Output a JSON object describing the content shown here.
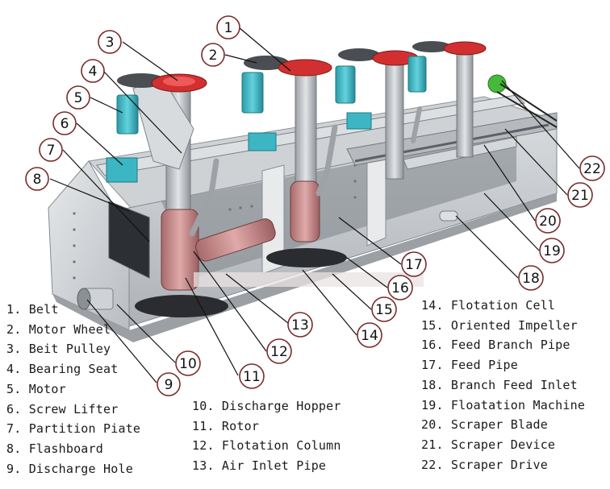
{
  "callouts": [
    "1",
    "2",
    "3",
    "4",
    "5",
    "6",
    "7",
    "8",
    "9",
    "10",
    "11",
    "12",
    "13",
    "14",
    "15",
    "16",
    "17",
    "18",
    "19",
    "20",
    "21",
    "22"
  ],
  "legend": {
    "col_a": [
      "1. Belt",
      "2. Motor Wheel",
      "3. Beit Pulley",
      "4. Bearing Seat",
      "5. Motor",
      "6. Screw Lifter",
      "7. Partition Piate",
      "8. Flashboard",
      "9. Discharge Hole"
    ],
    "col_b": [
      "10. Discharge Hopper",
      "11. Rotor",
      "12. Flotation Column",
      "13. Air Inlet Pipe"
    ],
    "col_c": [
      "14. Flotation Cell",
      "15. Oriented Impeller",
      "16. Feed Branch Pipe",
      "17. Feed Pipe",
      "18. Branch Feed Inlet",
      "19. Floatation Machine",
      "20. Scraper Blade",
      "21. Scraper Device",
      "22. Scraper Drive"
    ]
  },
  "colors": {
    "callout_ring": "#7a2a2a",
    "leader": "#111111",
    "steel": "#c9ccd0",
    "motor": "#3cb6c2",
    "pulley_red": "#d23030",
    "column_pink": "#c98f8f",
    "drive_green": "#46b83a"
  }
}
